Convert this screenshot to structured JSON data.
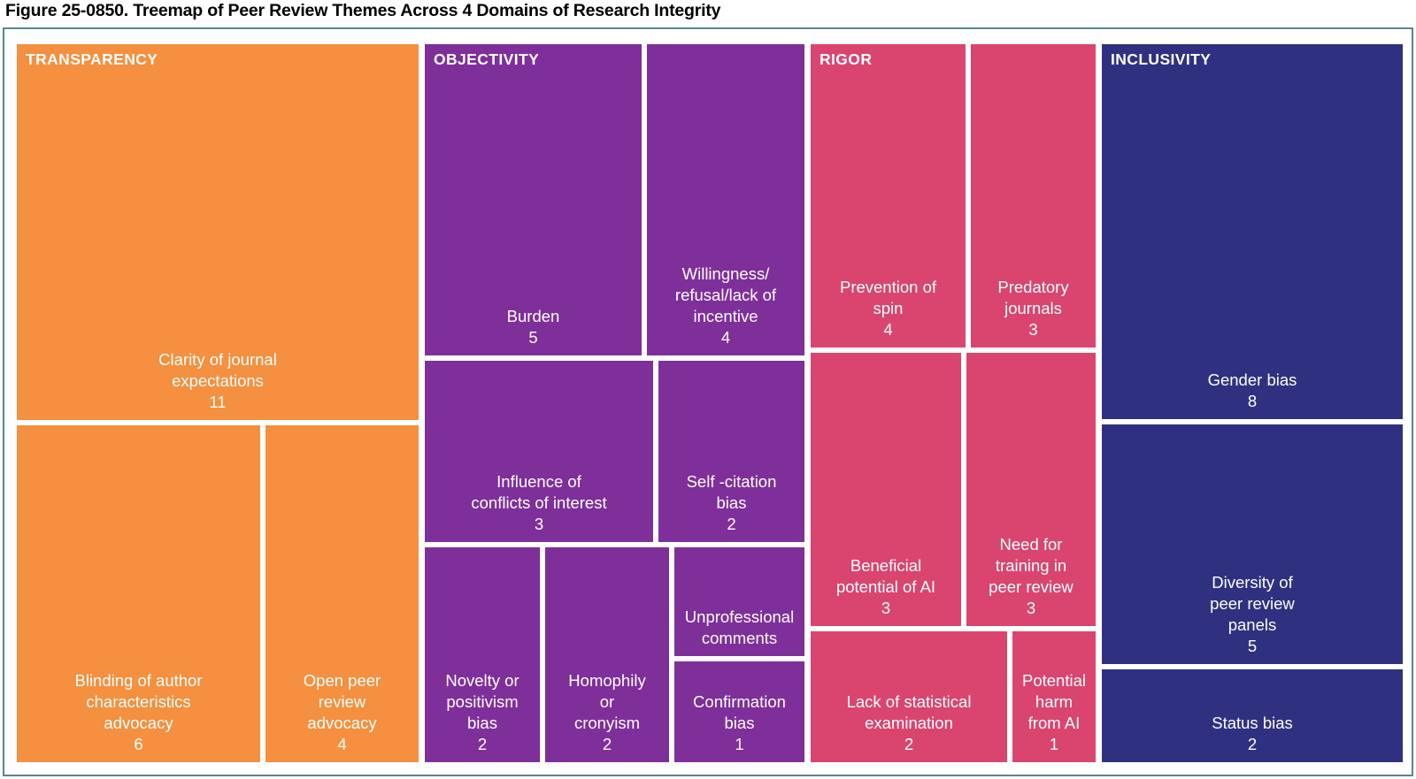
{
  "figure": {
    "title": "Figure 25-0850. Treemap of Peer Review Themes Across 4 Domains of Research Integrity"
  },
  "frame": {
    "border_color": "#56898b",
    "background": "#ffffff"
  },
  "chart_data": {
    "type": "treemap",
    "title": "Figure 25-0850. Treemap of Peer Review Themes Across 4 Domains of Research Integrity",
    "value_label": "count",
    "groups": [
      {
        "name": "TRANSPARENCY",
        "color": "#f4903f",
        "items": [
          {
            "label": "Clarity of journal expectations",
            "value": 11
          },
          {
            "label": "Blinding of author characteristics advocacy",
            "value": 6
          },
          {
            "label": "Open peer review advocacy",
            "value": 4
          }
        ]
      },
      {
        "name": "OBJECTIVITY",
        "color": "#7e2f9a",
        "items": [
          {
            "label": "Burden",
            "value": 5
          },
          {
            "label": "Willingness/ refusal/lack of incentive",
            "value": 4
          },
          {
            "label": "Influence of conflicts of interest",
            "value": 3
          },
          {
            "label": "Self -citation bias",
            "value": 2
          },
          {
            "label": "Novelty or positivism bias",
            "value": 2
          },
          {
            "label": "Homophily or cronyism",
            "value": 2
          },
          {
            "label": "Unprofessional comments",
            "value": ""
          },
          {
            "label": "Confirmation bias",
            "value": 1
          }
        ]
      },
      {
        "name": "RIGOR",
        "color": "#d9456f",
        "items": [
          {
            "label": "Prevention of spin",
            "value": 4
          },
          {
            "label": "Predatory journals",
            "value": 3
          },
          {
            "label": "Beneficial potential of AI",
            "value": 3
          },
          {
            "label": "Need for training in peer review",
            "value": 3
          },
          {
            "label": "Lack of statistical examination",
            "value": 2
          },
          {
            "label": "Potential harm from AI",
            "value": 1
          }
        ]
      },
      {
        "name": "INCLUSIVITY",
        "color": "#2f3180",
        "items": [
          {
            "label": "Gender bias",
            "value": 8
          },
          {
            "label": "Diversity of peer review panels",
            "value": 5
          },
          {
            "label": "Status bias",
            "value": 2
          }
        ]
      }
    ]
  },
  "tiles": {
    "transparency": {
      "group": "TRANSPARENCY",
      "clarity": {
        "l1": "Clarity of journal",
        "l2": "expectations",
        "value": "11"
      },
      "blinding": {
        "l1": "Blinding of author",
        "l2": "characteristics",
        "l3": "advocacy",
        "value": "6"
      },
      "openpeer": {
        "l1": "Open peer",
        "l2": "review",
        "l3": "advocacy",
        "value": "4"
      }
    },
    "objectivity": {
      "group": "OBJECTIVITY",
      "burden": {
        "l1": "Burden",
        "value": "5"
      },
      "willingness": {
        "l1": "Willingness/",
        "l2": "refusal/lack of",
        "l3": "incentive",
        "value": "4"
      },
      "coi": {
        "l1": "Influence of",
        "l2": "conflicts of interest",
        "value": "3"
      },
      "selfcite": {
        "l1": "Self -citation",
        "l2": "bias",
        "value": "2"
      },
      "novelty": {
        "l1": "Novelty or",
        "l2": "positivism",
        "l3": "bias",
        "value": "2"
      },
      "homophily": {
        "l1": "Homophily",
        "l2": "or",
        "l3": "cronyism",
        "value": "2"
      },
      "unprofessional": {
        "l1": "Unprofessional",
        "l2": "comments",
        "value": ""
      },
      "confirmation": {
        "l1": "Confirmation",
        "l2": "bias",
        "value": "1"
      }
    },
    "rigor": {
      "group": "RIGOR",
      "spin": {
        "l1": "Prevention of",
        "l2": "spin",
        "value": "4"
      },
      "predatory": {
        "l1": "Predatory",
        "l2": "journals",
        "value": "3"
      },
      "aibenefit": {
        "l1": "Beneficial",
        "l2": "potential of AI",
        "value": "3"
      },
      "training": {
        "l1": "Need for",
        "l2": "training in",
        "l3": "peer review",
        "value": "3"
      },
      "statistical": {
        "l1": "Lack of statistical",
        "l2": "examination",
        "value": "2"
      },
      "aiharm": {
        "l1": "Potential",
        "l2": "harm",
        "l3": "from AI",
        "value": "1"
      }
    },
    "inclusivity": {
      "group": "INCLUSIVITY",
      "gender": {
        "l1": "Gender bias",
        "value": "8"
      },
      "diversity": {
        "l1": "Diversity of",
        "l2": "peer review",
        "l3": "panels",
        "value": "5"
      },
      "status": {
        "l1": "Status bias",
        "value": "2"
      }
    }
  }
}
